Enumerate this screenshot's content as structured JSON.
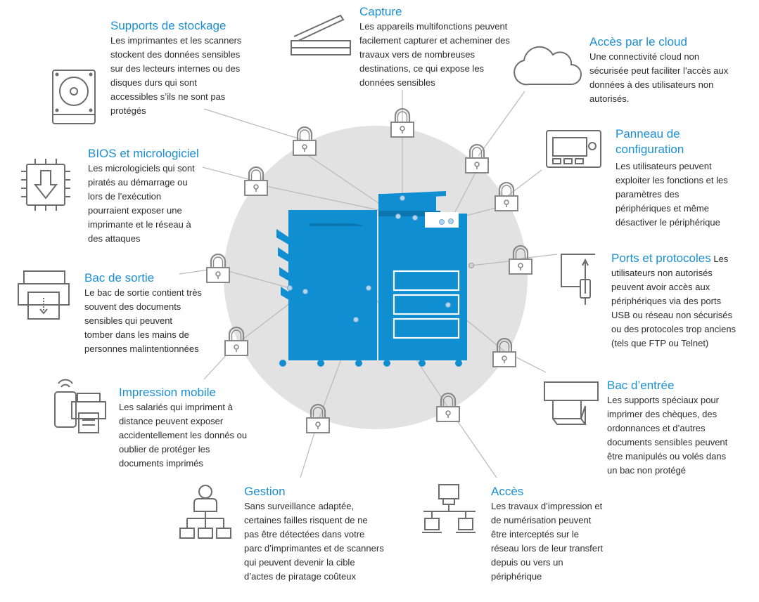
{
  "colors": {
    "accent": "#1c8fd0",
    "printer": "#0f8ed2",
    "circle": "#e2e2e2",
    "icon_stroke": "#6d6d6d",
    "connector": "#b9b9b9",
    "text": "#2b2b2b"
  },
  "sections": {
    "supports": {
      "title": "Supports de stockage",
      "text": "Les imprimantes et les scanners stockent des données sensibles sur des lecteurs internes ou des disques durs qui sont accessibles s’ils ne sont pas protégés",
      "icon": "hard-drive-icon"
    },
    "capture": {
      "title": "Capture",
      "text": "Les appareils multifonctions peuvent facilement capturer et acheminer des travaux vers de nombreuses destinations, ce qui expose les données sensibles",
      "icon": "scanner-icon"
    },
    "cloud": {
      "title": "Accès par le cloud",
      "text": "Une connectivité cloud non sécurisée peut faciliter l’accès aux données à des utilisateurs non autorisés.",
      "icon": "cloud-icon"
    },
    "panneau": {
      "title": "Panneau de configuration",
      "text": "Les utilisateurs peuvent exploiter les fonctions et les paramètres des périphériques et même désactiver le périphérique",
      "icon": "control-panel-icon"
    },
    "bios": {
      "title": "BIOS et micrologiciel",
      "text": "Les micrologiciels qui sont piratés au démarrage ou lors de l’exécution pourraient exposer une imprimante et le réseau à des attaques",
      "icon": "chip-icon"
    },
    "ports": {
      "title": "Ports et protocoles",
      "text": "Les utilisateurs non autorisés peuvent avoir accès aux périphériques via des ports USB ou réseau non sécurisés ou des protocoles trop anciens (tels que FTP ou Telnet)",
      "icon": "usb-port-icon"
    },
    "sortie": {
      "title": "Bac de sortie",
      "text": "Le bac de sortie contient très souvent des documents sensibles qui peuvent tomber dans les mains de personnes malintentionnées",
      "icon": "output-tray-icon"
    },
    "entree": {
      "title": "Bac d’entrée",
      "text": "Les supports spéciaux pour imprimer des chèques, des ordonnances et d’autres documents sensibles peuvent être manipulés ou volés dans un bac non protégé",
      "icon": "input-tray-icon"
    },
    "mobile": {
      "title": "Impression mobile",
      "text": "Les salariés qui impriment à distance peuvent exposer accidentellement les donnés ou oublier de protéger les documents imprimés",
      "icon": "mobile-print-icon"
    },
    "gestion": {
      "title": "Gestion",
      "text": "Sans surveillance adaptée, certaines failles risquent de ne pas être détectées dans votre parc d’imprimantes et de scanners qui peuvent devenir la cible d’actes de piratage coûteux",
      "icon": "org-chart-icon"
    },
    "acces": {
      "title": "Accès",
      "text": "Les travaux d’impression et de numérisation peuvent être interceptés sur le réseau lors de leur transfert depuis ou vers un périphérique",
      "icon": "network-icon"
    }
  }
}
